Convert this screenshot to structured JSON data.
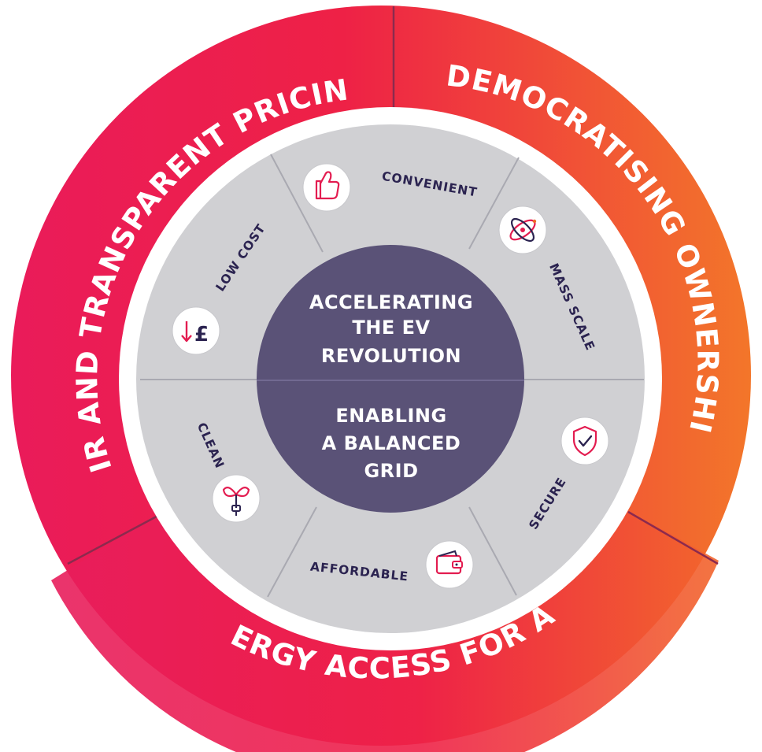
{
  "outer_ring": {
    "top_left": "FAIR AND TRANSPARENT PRICING",
    "top_right": "DEMOCRATISING OWNERSHIP",
    "bottom": "ENERGY ACCESS FOR ALL"
  },
  "inner_ring": {
    "convenient": "CONVENIENT",
    "mass_scale": "MASS SCALE",
    "secure": "SECURE",
    "affordable": "AFFORDABLE",
    "clean": "CLEAN",
    "low_cost": "LOW COST"
  },
  "hub": {
    "top_line1": "ACCELERATING",
    "top_line2": "THE EV",
    "top_line3": "REVOLUTION",
    "bottom_line1": "ENABLING",
    "bottom_line2": "A BALANCED",
    "bottom_line3": "GRID"
  },
  "icons": {
    "convenient": "thumbs-up-icon",
    "mass_scale": "atom-icon",
    "secure": "shield-check-icon",
    "affordable": "wallet-icon",
    "clean": "seedling-plug-icon",
    "low_cost": "price-down-pound-icon"
  },
  "colors": {
    "ring_pink": "#ea1b52",
    "ring_orange": "#f06a28",
    "inner_grey": "#d0d0d3",
    "hub": "#5a5277",
    "icon_accent": "#e31c50",
    "icon_dark": "#2b2350"
  }
}
